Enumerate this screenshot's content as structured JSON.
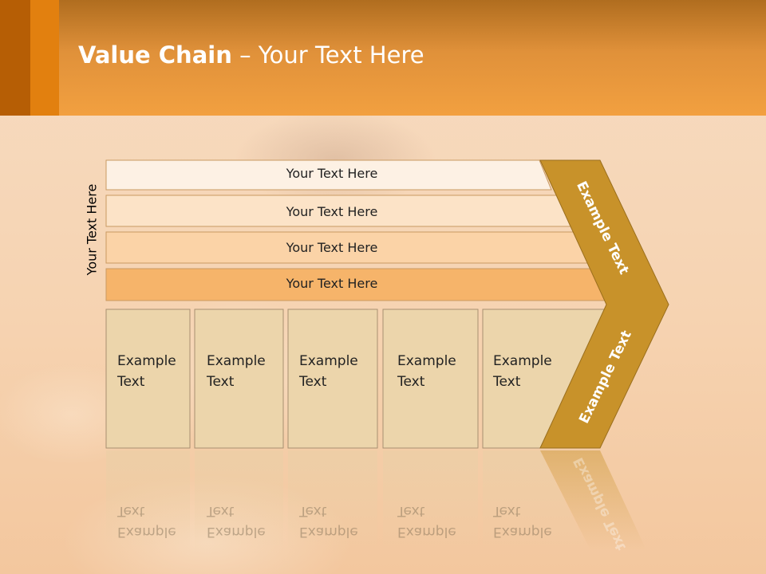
{
  "slide": {
    "title_bold": "Value Chain",
    "title_rest": " – Your Text Here",
    "side_label": "Your Text Here"
  },
  "rows": [
    "Your Text Here",
    "Your Text Here",
    "Your Text Here",
    "Your Text Here"
  ],
  "boxes": [
    {
      "line1": "Example",
      "line2": "Text"
    },
    {
      "line1": "Example",
      "line2": "Text"
    },
    {
      "line1": "Example",
      "line2": "Text"
    },
    {
      "line1": "Example",
      "line2": "Text"
    },
    {
      "line1": "Example",
      "line2": "Text"
    }
  ],
  "arrow": {
    "upper_label": "Example Text",
    "lower_label": "Example Text"
  },
  "colors": {
    "header_orange": "#f2a040",
    "arrow_gold": "#c8922a",
    "box_fill": "#ecd5ab",
    "row_fills": [
      "#fdf1e4",
      "#fce3c7",
      "#fbd3a7",
      "#f6b46a"
    ]
  }
}
